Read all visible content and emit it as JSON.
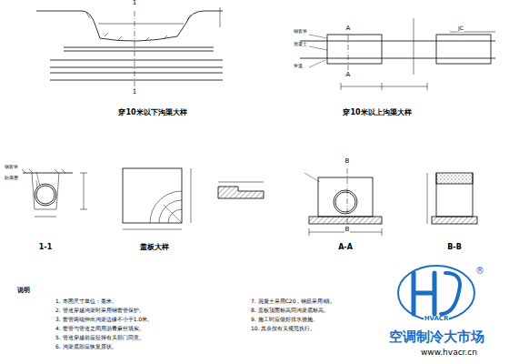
{
  "diagram": {
    "labels": [
      "1",
      "1",
      "穿10米以下沟渠大样",
      "A",
      "A",
      "钢套管",
      "混凝土",
      "管道",
      "JC",
      "穿10米以上沟渠大样",
      "1-1",
      "盖板大样",
      "A-A",
      "B",
      "B",
      "B-B",
      "说明",
      "1. 本图尺寸单位：毫米。",
      "2. 管道穿越沟渠时采用钢套管保护。",
      "3. 套管两端伸出沟渠边缘不小于1.0米。",
      "4. 套管与管道之间用沥青麻丝填实。",
      "5. 管道穿越前应征得有关部门同意。",
      "6. 沟渠底部应恢复原状。",
      "7. 混凝土采用C20，钢筋采用I级。",
      "8. 盖板顶面标高同沟渠底标高。",
      "9. 施工时应做好排水措施。",
      "10. 其余按有关规范执行。",
      "空调制冷大市场",
      "HVACR",
      "www.hvacr.cn",
      "®",
      "钢套管",
      "防腐层"
    ]
  }
}
